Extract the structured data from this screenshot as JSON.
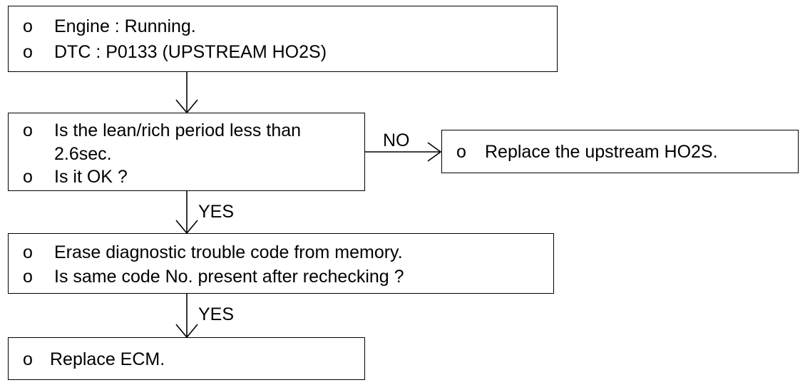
{
  "nodes": {
    "start": {
      "items": [
        {
          "bullet": "o",
          "text": "Engine : Running."
        },
        {
          "bullet": "o",
          "text": "DTC : P0133 (UPSTREAM HO2S)"
        }
      ]
    },
    "check_period": {
      "items": [
        {
          "bullet": "o",
          "text": "Is the lean/rich period less than",
          "text2": "2.6sec."
        },
        {
          "bullet": "o",
          "text": "Is it OK ?"
        }
      ]
    },
    "replace_ho2s": {
      "items": [
        {
          "bullet": "o",
          "text": "Replace the upstream HO2S."
        }
      ]
    },
    "erase_dtc": {
      "items": [
        {
          "bullet": "o",
          "text": "Erase diagnostic trouble code from memory."
        },
        {
          "bullet": "o",
          "text": "Is same code No. present after rechecking ?"
        }
      ]
    },
    "replace_ecm": {
      "items": [
        {
          "bullet": "o",
          "text": "Replace ECM."
        }
      ]
    }
  },
  "edges": {
    "no_label": "NO",
    "yes_label_1": "YES",
    "yes_label_2": "YES"
  }
}
